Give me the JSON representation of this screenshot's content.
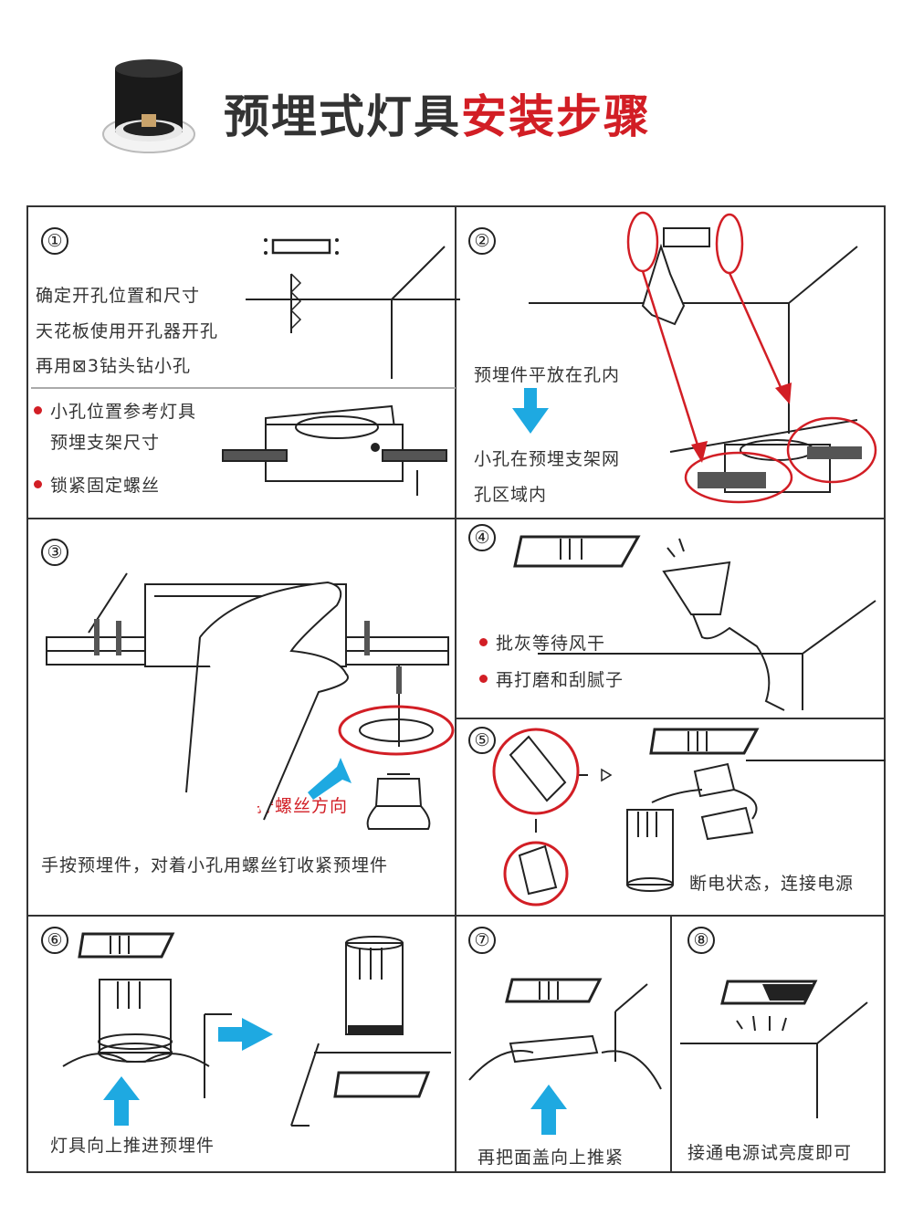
{
  "header": {
    "title_part1": "预埋式灯具",
    "title_part2": "安装步骤",
    "icon": "downlight-product-icon"
  },
  "steps": [
    {
      "number": "①",
      "lines": [
        "确定开孔位置和尺寸",
        "天花板使用开孔器开孔",
        "再用⊠3钻头钻小孔"
      ],
      "bullets": [
        "小孔位置参考灯具",
        "预埋支架尺寸",
        "锁紧固定螺丝"
      ]
    },
    {
      "number": "②",
      "lines": [
        "预埋件平放在孔内",
        "小孔在预埋支架网",
        "孔区域内"
      ]
    },
    {
      "number": "③",
      "label_red": "拧螺丝方向",
      "caption": "手按预埋件，对着小孔用螺丝钉收紧预埋件"
    },
    {
      "number": "④",
      "bullets": [
        "批灰等待风干",
        "再打磨和刮腻子"
      ]
    },
    {
      "number": "⑤",
      "caption": "断电状态，连接电源"
    },
    {
      "number": "⑥",
      "caption": "灯具向上推进预埋件"
    },
    {
      "number": "⑦",
      "caption": "再把面盖向上推紧"
    },
    {
      "number": "⑧",
      "caption": "接通电源试亮度即可"
    }
  ],
  "colors": {
    "accent_red": "#d21e25",
    "arrow_blue": "#1ea9e1",
    "line": "#333333"
  }
}
